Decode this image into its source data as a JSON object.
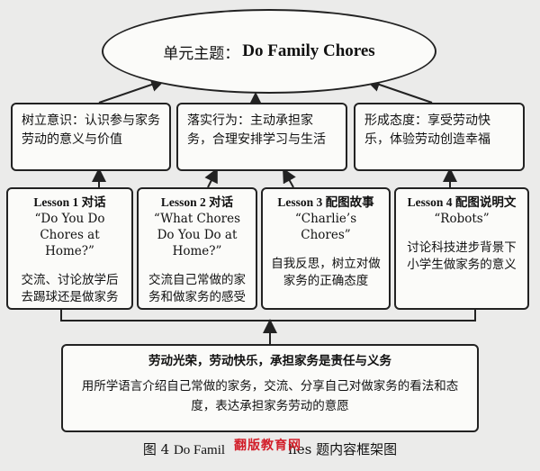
{
  "title": {
    "prefix": "单元主题：",
    "name": "Do Family Chores"
  },
  "goals": [
    {
      "text": "树立意识：认识参与家务劳动的意义与价值"
    },
    {
      "text": "落实行为：主动承担家务，合理安排学习与生活"
    },
    {
      "text": "形成态度：享受劳动快乐，体验劳动创造幸福"
    }
  ],
  "lessons": [
    {
      "head": "Lesson 1 对话",
      "quote": "“Do You Do Chores at Home?”",
      "desc": "交流、讨论放学后去踢球还是做家务"
    },
    {
      "head": "Lesson 2 对话",
      "quote": "“What Chores Do You Do at Home?”",
      "desc": "交流自己常做的家务和做家务的感受"
    },
    {
      "head": "Lesson 3 配图故事",
      "quote": "“Charlie’s Chores”",
      "desc": "自我反思，树立对做家务的正确态度"
    },
    {
      "head": "Lesson 4 配图说明文",
      "quote": "“Robots”",
      "desc": "讨论科技进步背景下小学生做家务的意义"
    }
  ],
  "summary": {
    "title": "劳动光荣，劳动快乐，承担家务是责任与义务",
    "body": "用所学语言介绍自己常做的家务，交流、分享自己对做家务的看法和态度，表达承担家务劳动的意愿"
  },
  "caption": {
    "prefix": "图 4",
    "name": "Do Famil",
    "mid": "hes",
    "suffix": "题内容框架图"
  },
  "watermark": "翻版教育网"
}
